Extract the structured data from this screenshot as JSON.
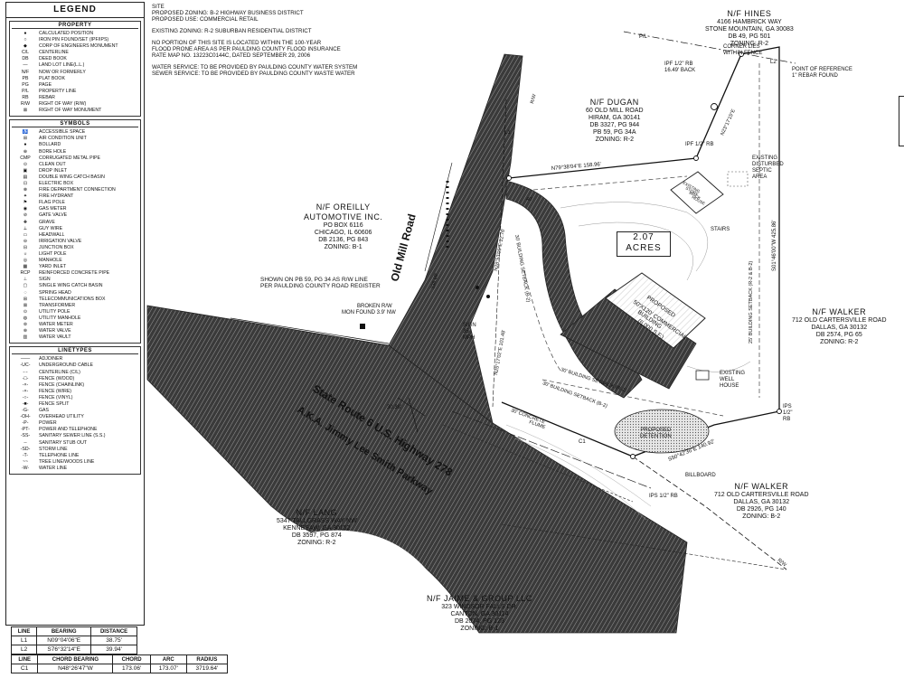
{
  "legend": {
    "title": "LEGEND",
    "property": {
      "head": "PROPERTY",
      "rows": [
        {
          "sym": "●",
          "label": "CALCULATED POSITION"
        },
        {
          "sym": "○",
          "label": "IRON PIN FOUND/SET (IPF/IPS)"
        },
        {
          "sym": "◆",
          "label": "CORP OF ENGINEERS MONUMENT"
        },
        {
          "sym": "C/L",
          "label": "CENTERLINE"
        },
        {
          "sym": "DB",
          "label": "DEED BOOK"
        },
        {
          "sym": "—",
          "label": "LAND LOT LINE(L.L.)"
        },
        {
          "sym": "N/F",
          "label": "NOW OR FORMERLY"
        },
        {
          "sym": "PB",
          "label": "PLAT BOOK"
        },
        {
          "sym": "PG",
          "label": "PAGE"
        },
        {
          "sym": "P/L",
          "label": "PROPERTY LINE"
        },
        {
          "sym": "RB",
          "label": "REBAR"
        },
        {
          "sym": "R/W",
          "label": "RIGHT OF WAY (R/W)"
        },
        {
          "sym": "⊠",
          "label": "RIGHT OF WAY MONUMENT"
        }
      ]
    },
    "symbols": {
      "head": "SYMBOLS",
      "rows": [
        {
          "sym": "♿",
          "label": "ACCESSIBLE SPACE"
        },
        {
          "sym": "⊞",
          "label": "AIR CONDITION UNIT"
        },
        {
          "sym": "●",
          "label": "BOLLARD"
        },
        {
          "sym": "⊕",
          "label": "BORE HOLE"
        },
        {
          "sym": "CMP",
          "label": "CORRUGATED METAL PIPE"
        },
        {
          "sym": "⊙",
          "label": "CLEAN OUT"
        },
        {
          "sym": "▣",
          "label": "DROP INLET"
        },
        {
          "sym": "▤",
          "label": "DOUBLE WING CATCH BASIN"
        },
        {
          "sym": "⊡",
          "label": "ELECTRIC BOX"
        },
        {
          "sym": "⊗",
          "label": "FIRE DEPARTMENT CONNECTION"
        },
        {
          "sym": "✦",
          "label": "FIRE HYDRANT"
        },
        {
          "sym": "⚑",
          "label": "FLAG POLE"
        },
        {
          "sym": "◉",
          "label": "GAS METER"
        },
        {
          "sym": "⊘",
          "label": "GATE VALVE"
        },
        {
          "sym": "✚",
          "label": "GRAVE"
        },
        {
          "sym": "⟂",
          "label": "GUY WIRE"
        },
        {
          "sym": "▭",
          "label": "HEADWALL"
        },
        {
          "sym": "⊖",
          "label": "IRRIGATION VALVE"
        },
        {
          "sym": "⊟",
          "label": "JUNCTION BOX"
        },
        {
          "sym": "☼",
          "label": "LIGHT POLE"
        },
        {
          "sym": "◎",
          "label": "MANHOLE"
        },
        {
          "sym": "▦",
          "label": "YARD INLET"
        },
        {
          "sym": "RCP",
          "label": "REINFORCED CONCRETE PIPE"
        },
        {
          "sym": "⊥",
          "label": "SIGN"
        },
        {
          "sym": "▢",
          "label": "SINGLE WING CATCH BASIN"
        },
        {
          "sym": "◌",
          "label": "SPRING HEAD"
        },
        {
          "sym": "⊞",
          "label": "TELECOMMUNICATIONS BOX"
        },
        {
          "sym": "⊠",
          "label": "TRANSFORMER"
        },
        {
          "sym": "⊙",
          "label": "UTILITY POLE"
        },
        {
          "sym": "◍",
          "label": "UTILITY MANHOLE"
        },
        {
          "sym": "⊚",
          "label": "WATER METER"
        },
        {
          "sym": "⊛",
          "label": "WATER VALVE"
        },
        {
          "sym": "▥",
          "label": "WATER VAULT"
        }
      ]
    },
    "linetypes": {
      "head": "LINETYPES",
      "rows": [
        {
          "sym": "——",
          "label": "ADJOINER"
        },
        {
          "sym": "-UC-",
          "label": "UNDERGROUND CABLE"
        },
        {
          "sym": "-·-",
          "label": "CENTERLINE (C/L)"
        },
        {
          "sym": "-□-",
          "label": "FENCE (WOOD)"
        },
        {
          "sym": "-×-",
          "label": "FENCE (CHAINLINK)"
        },
        {
          "sym": "-×-",
          "label": "FENCE (WIRE)"
        },
        {
          "sym": "-○-",
          "label": "FENCE (VINYL)"
        },
        {
          "sym": "-■-",
          "label": "FENCE SPLIT"
        },
        {
          "sym": "-G-",
          "label": "GAS"
        },
        {
          "sym": "-OH-",
          "label": "OVERHEAD UTILITY"
        },
        {
          "sym": "-P-",
          "label": "POWER"
        },
        {
          "sym": "-PT-",
          "label": "POWER AND TELEPHONE"
        },
        {
          "sym": "-SS-",
          "label": "SANITARY SEWER LINE (S.S.)"
        },
        {
          "sym": "--",
          "label": "SANITARY STUB OUT"
        },
        {
          "sym": "-SD-",
          "label": "STORM LINE"
        },
        {
          "sym": "-T-",
          "label": "TELEPHONE LINE"
        },
        {
          "sym": "~~",
          "label": "TREE LINE/WOODS LINE"
        },
        {
          "sym": "-W-",
          "label": "WATER LINE"
        }
      ]
    }
  },
  "site_notes": {
    "line1": "SITE",
    "line2": "PROPOSED ZONING:   B-2 HIGHWAY BUSINESS DISTRICT",
    "line3": "PROPOSED USE:   COMMERCIAL RETAIL",
    "line4": "EXISTING ZONING:   R-2 SUBURBAN RESIDENTIAL DISTRICT",
    "line5": "NO PORTION OF THIS SITE IS LOCATED WITHIN THE 100-YEAR",
    "line6": "FLOOD PRONE AREA AS PER PAULDING COUNTY FLOOD INSURANCE",
    "line7": "RATE MAP NO. 13223C0144C, DATED SEPTEMBER 29, 2006",
    "line8": "WATER SERVICE:  TO BE PROVIDED BY PAULDING COUNTY WATER SYSTEM",
    "line9": "SEWER SERVICE:  TO BE PROVIDED BY PAULDING COUNTY WASTE WATER"
  },
  "line_table": {
    "headers": [
      "LINE",
      "BEARING",
      "DISTANCE"
    ],
    "rows": [
      [
        "L1",
        "N09°04'06\"E",
        "38.75'"
      ],
      [
        "L2",
        "S76°32'14\"E",
        "39.94'"
      ]
    ]
  },
  "curve_table": {
    "headers": [
      "LINE",
      "CHORD BEARING",
      "CHORD",
      "ARC",
      "RADIUS"
    ],
    "rows": [
      [
        "C1",
        "N48°26'47\"W",
        "173.06'",
        "173.07'",
        "3719.64'"
      ]
    ]
  },
  "owners": {
    "hines": {
      "name": "N/F HINES",
      "l1": "4166 HAMBRICK WAY",
      "l2": "STONE MOUNTAIN, GA 30083",
      "l3": "DB 49, PG 501",
      "l4": "ZONING: R-2"
    },
    "dugan": {
      "name": "N/F DUGAN",
      "l1": "60 OLD MILL ROAD",
      "l2": "HIRAM, GA 30141",
      "l3": "DB 3327, PG 944",
      "l4": "PB 59, PG 34A",
      "l5": "ZONING: R-2"
    },
    "oreilly": {
      "name": "N/F OREILLY",
      "name2": "AUTOMOTIVE INC.",
      "l1": "PO BOX 6116",
      "l2": "CHICAGO, IL 60606",
      "l3": "DB 2136, PG 843",
      "l4": "ZONING: B-1"
    },
    "walker1": {
      "name": "N/F WALKER",
      "l1": "712 OLD CARTERSVILLE ROAD",
      "l2": "DALLAS, GA 30132",
      "l3": "DB 2574, PG 65",
      "l4": "ZONING: R-2"
    },
    "walker2": {
      "name": "N/F WALKER",
      "l1": "712 OLD CARTERSVILLE ROAD",
      "l2": "DALLAS, GA 30132",
      "l3": "DB 2926, PG 140",
      "l4": "ZONING: B-2"
    },
    "lang": {
      "name": "N/F LANG",
      "l1": "5347 TALLGRASS WAY NW",
      "l2": "KENNESAW, GA 30152",
      "l3": "DB 3597, PG 874",
      "l4": "ZONING: R-2"
    },
    "jaime": {
      "name": "N/F JAIME & GROUP LLC",
      "l1": "323 WINDSOR FALLS DR.",
      "l2": "CANTON, GA 30114",
      "l3": "DB 2074, PG 123",
      "l4": "ZONING: B-1"
    }
  },
  "plan": {
    "acres_l1": "2.07",
    "acres_l2": "ACRES",
    "old_mill_road": "Old Mill Road",
    "highway_l1": "State Route 6 U.S. Highway 278",
    "highway_l2": "A.K.A. Jimmy Lee Smith Parkway",
    "proposed_bldg_l1": "PROPOSED",
    "proposed_bldg_l2": "50'X120' COMMERCIAL",
    "proposed_bldg_l3": "BUILDING",
    "proposed_bldg_l4": "(6,000 S.F.)",
    "detention_l1": "PROPOSED",
    "detention_l2": "DETENTION",
    "stairs": "STAIRS",
    "well_house_l1": "EXISTING",
    "well_house_l2": "WELL",
    "well_house_l3": "HOUSE",
    "septic_l1": "EXISTING",
    "septic_l2": "DISTURBED",
    "septic_l3": "SEPTIC",
    "septic_l4": "AREA",
    "brick_house_l1": "EXISTING",
    "brick_house_l2": "STORY",
    "brick_house_l3": "BRICK",
    "brick_house_l4": "HOUSE",
    "corner_lies_l1": "CORNER LIES",
    "corner_lies_l2": "WITHIN FENCE",
    "ref_l1": "POINT OF REFERENCE",
    "ref_l2": "1\" REBAR FOUND",
    "ipf_rb_top_l1": "IPF 1/2\" RB",
    "ipf_rb_top_l2": "16.49' BACK",
    "shown_l1": "SHOWN  ON PB 59, PG 34 AS R/W LINE",
    "shown_l2": "PER PAULDING COUNTY ROAD REGISTER",
    "broken_l1": "BROKEN R/W",
    "broken_l2": "MON FOUND 3.9' NW",
    "sign_l1": "SIGN",
    "sign_l2": "35",
    "sign_l3": "MPH",
    "billboard": "BILLBOARD",
    "ips_half_rb": "IPS 1/2\" RB",
    "pl": "P/L",
    "rw": "R/W",
    "bearing_top": "N79°38'04\"E 158.96'",
    "bearing_right": "S01°46'00\"W 425.86'",
    "bearing_bottom": "S50°42'36\"E 140.92'",
    "bearing_left": "N28°53'06\"E 12.76'",
    "bearing_left2": "N25°17'02\"E 101.48'",
    "bearing_hines": "N23°17'15\"E",
    "bearing_oldmill": "338.69'",
    "setback_30": "30' BUILDING SETBACK (B-2)",
    "setback_30b": "30' BUILDING SETBACK (R-2)",
    "setback_30c": "30' BUILDING SETBACK (B-2)",
    "setback_25": "25' BUILDING SETBACK (R-2 & B-2)",
    "setback_40": "40'",
    "ipf_half_rb": "IPF 1/2\" RB",
    "ips_rb": "IPS 1/2\" RB",
    "ips_l1": "IPS",
    "ips_l2": "1/2\"",
    "ips_l3": "RB",
    "hwy_width": "30.38'",
    "l1_label": "L1",
    "l2_label": "L2",
    "c1_label": "C1",
    "concrete_l1": "30' CONCRETE",
    "concrete_l2": "FLUME",
    "dim_40": "40'"
  },
  "colors": {
    "ink": "#111111",
    "hatch": "#333333",
    "road_fill": "#2a2a2a",
    "paper": "#ffffff"
  }
}
